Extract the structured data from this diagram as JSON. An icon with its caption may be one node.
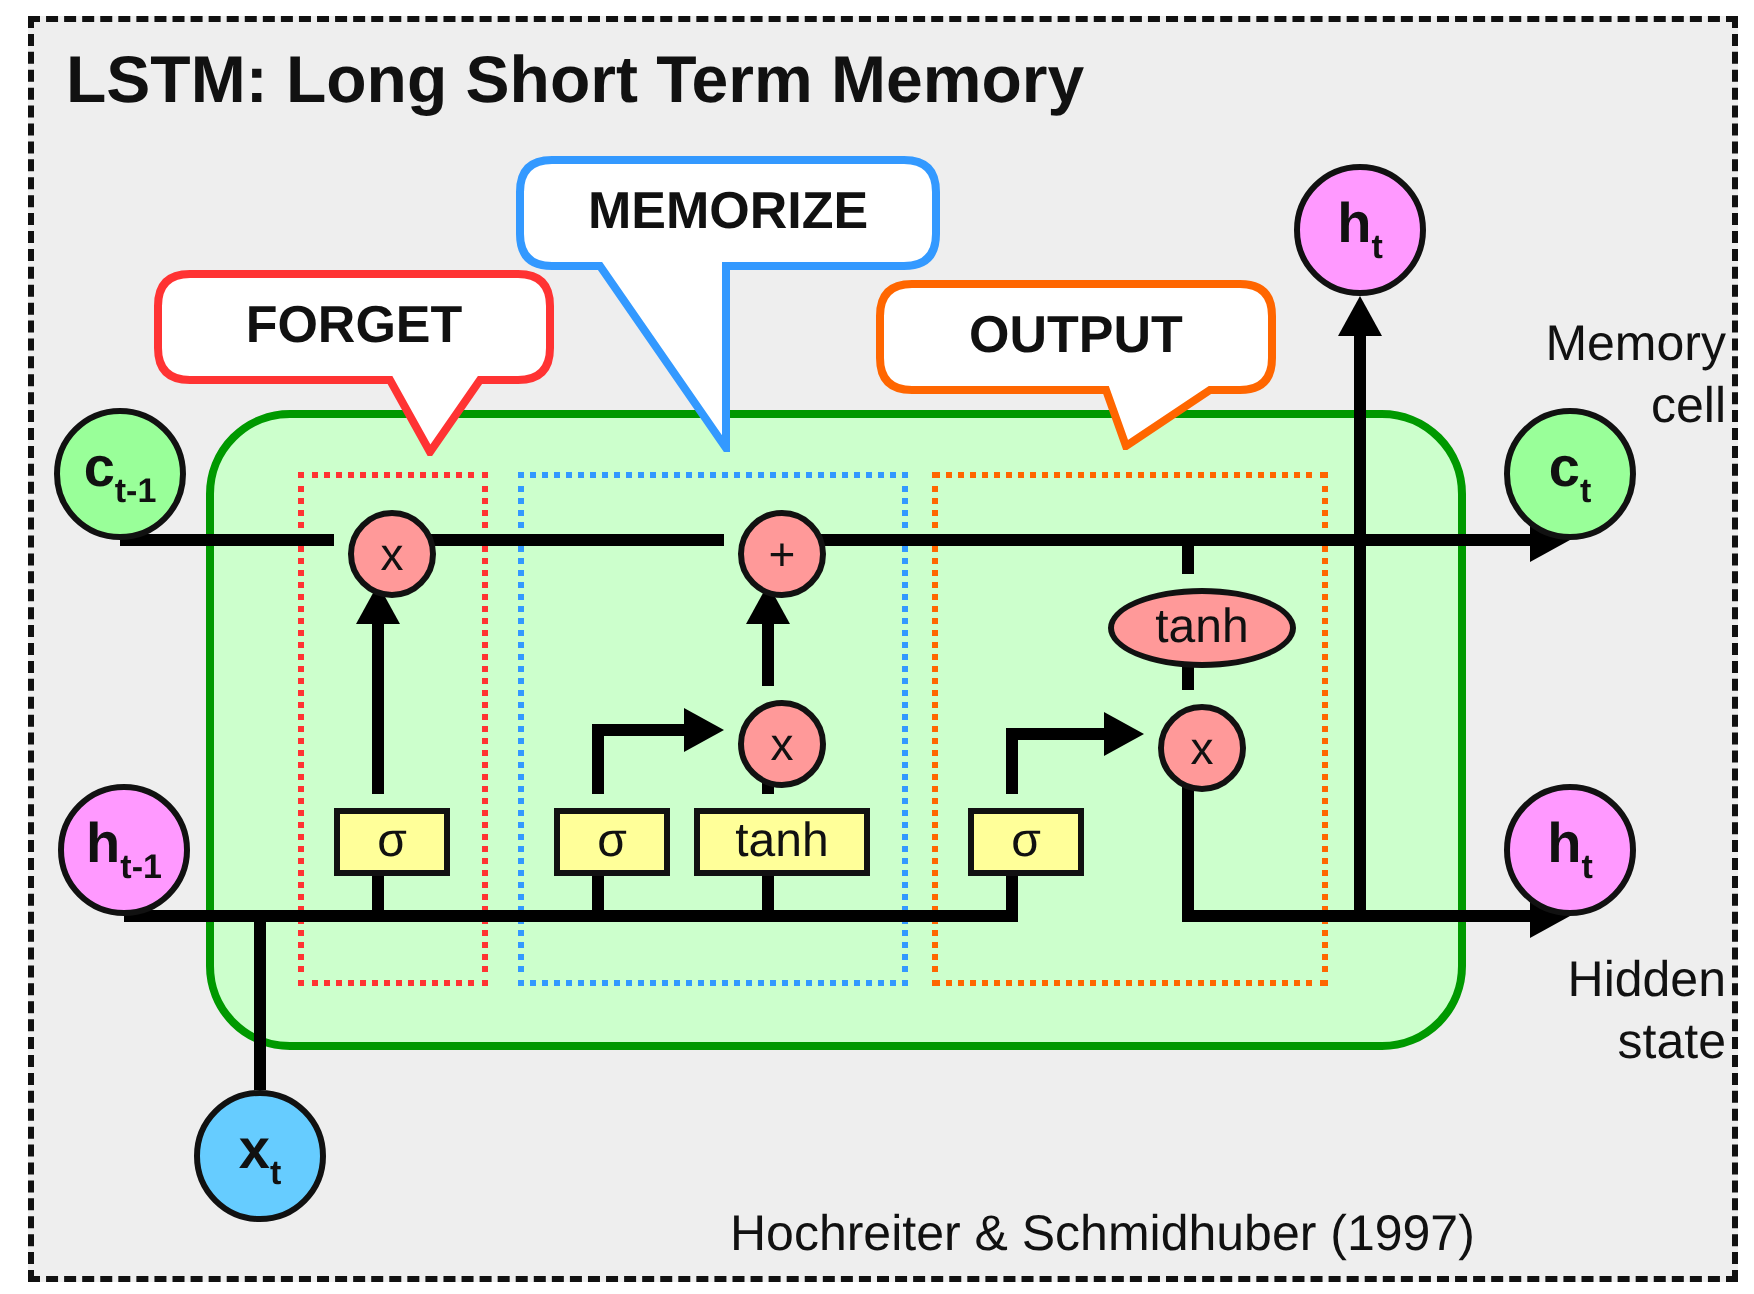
{
  "diagram": {
    "title": "LSTM: Long Short Term Memory",
    "nodes": [
      {
        "text": [],
        "shape": "box"
      },
      {
        "text": [],
        "shape": "box",
        "in": 0
      },
      {
        "text": [],
        "shape": "box",
        "in": 0
      },
      {
        "text": [],
        "shape": "box",
        "in": 0
      },
      {
        "text": [
          "FORGET"
        ]
      },
      {
        "text": [
          "MEMORIZE"
        ]
      },
      {
        "text": [
          "OUTPUT"
        ]
      },
      {
        "text": [
          "c$_{t-1}$"
        ]
      },
      {
        "text": [
          "h$_{t-1}$"
        ]
      },
      {
        "text": [
          "x$_{t}$"
        ]
      },
      {
        "text": [
          "h$_{t}$"
        ]
      },
      {
        "text": [
          "c$_{t}$"
        ],
        "beside": [
          "Memory cell"
        ]
      },
      {
        "text": [
          "h$_{t}$"
        ],
        "beside": [
          "Hidden state"
        ]
      },
      {
        "text": [
          "x"
        ],
        "in": 1
      },
      {
        "text": [
          "+"
        ],
        "in": 2
      },
      {
        "text": [
          "x"
        ],
        "in": 2
      },
      {
        "text": [
          "σ"
        ],
        "in": 1
      },
      {
        "text": [
          "σ"
        ],
        "in": 2
      },
      {
        "text": [
          "tanh"
        ],
        "in": 2
      },
      {
        "text": [
          "σ"
        ],
        "in": 3
      },
      {
        "text": [
          "tanh"
        ],
        "in": 3
      },
      {
        "text": [
          "x"
        ],
        "in": 3
      }
    ],
    "edges": [
      {
        "from": 7,
        "to": 13,
        "arrow": "none"
      },
      {
        "from": 13,
        "to": 14,
        "arrow": "none"
      },
      {
        "from": 14,
        "to": 11,
        "arrow": "to"
      },
      {
        "from": 8,
        "to": 16,
        "arrow": "none"
      },
      {
        "from": 8,
        "to": 17,
        "arrow": "none"
      },
      {
        "from": 8,
        "to": 18,
        "arrow": "none"
      },
      {
        "from": 8,
        "to": 19,
        "arrow": "none"
      },
      {
        "from": 9,
        "to": 16,
        "arrow": "none"
      },
      {
        "from": 9,
        "to": 17,
        "arrow": "none"
      },
      {
        "from": 9,
        "to": 18,
        "arrow": "none"
      },
      {
        "from": 9,
        "to": 19,
        "arrow": "none"
      },
      {
        "from": 16,
        "to": 13,
        "arrow": "to"
      },
      {
        "from": 17,
        "to": 15,
        "arrow": "to"
      },
      {
        "from": 18,
        "to": 15,
        "arrow": "none"
      },
      {
        "from": 15,
        "to": 14,
        "arrow": "to"
      },
      {
        "from": 19,
        "to": 21,
        "arrow": "to"
      },
      {
        "from": 14,
        "to": 20,
        "arrow": "none"
      },
      {
        "from": 20,
        "to": 21,
        "arrow": "none"
      },
      {
        "from": 21,
        "to": 10,
        "arrow": "to"
      },
      {
        "from": 21,
        "to": 12,
        "arrow": "to"
      }
    ],
    "labels": [
      "Hochreiter & Schmidhuber (1997)"
    ]
  }
}
